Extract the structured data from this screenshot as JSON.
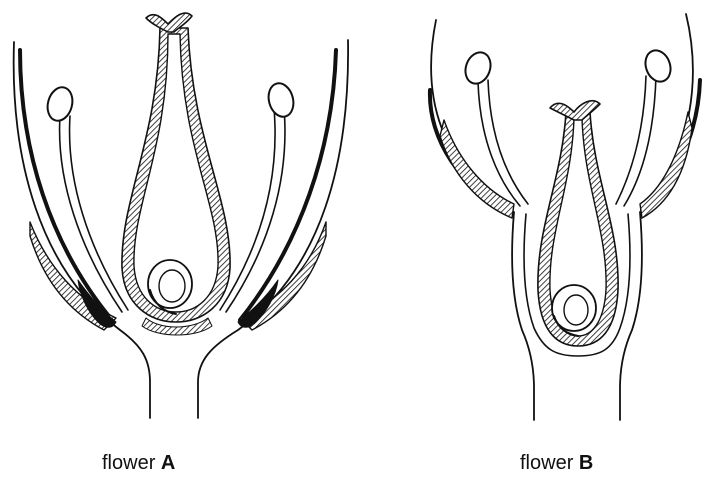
{
  "flowers": [
    {
      "caption_prefix": "flower",
      "caption_letter": "A"
    },
    {
      "caption_prefix": "flower",
      "caption_letter": "B"
    }
  ],
  "colors": {
    "ink": "#111111",
    "paper": "#ffffff"
  }
}
